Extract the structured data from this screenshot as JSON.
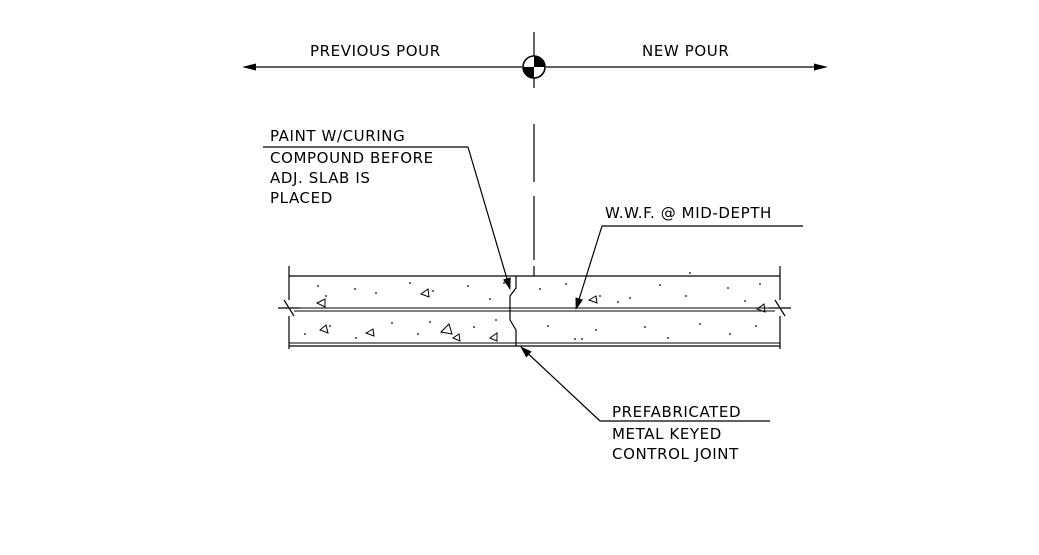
{
  "labels": {
    "previous_pour": "PREVIOUS POUR",
    "new_pour": "NEW POUR",
    "paint_note": [
      "PAINT W/CURING",
      "COMPOUND BEFORE",
      "ADJ. SLAB IS",
      "PLACED"
    ],
    "wwf_note": "W.W.F. @ MID-DEPTH",
    "joint_note": [
      "PREFABRICATED",
      "METAL KEYED",
      "CONTROL JOINT"
    ]
  },
  "icons": {
    "centerline_symbol": "centerline-target-icon"
  }
}
